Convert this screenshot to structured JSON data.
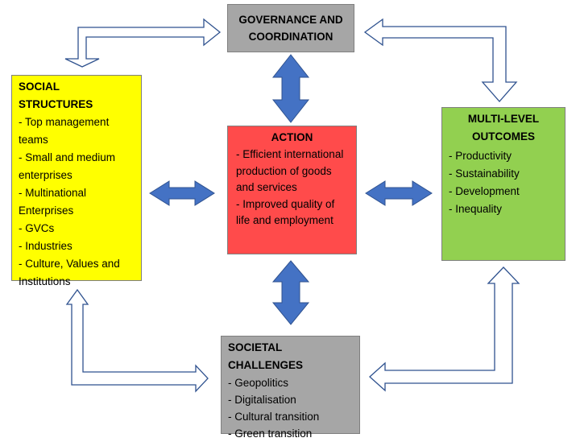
{
  "governance": {
    "title": "GOVERNANCE AND COORDINATION"
  },
  "social": {
    "title": "SOCIAL STRUCTURES",
    "items": [
      "- Top management teams",
      "- Small and medium enterprises",
      "- Multinational Enterprises",
      "- GVCs",
      "- Industries",
      "- Culture, Values and Institutions"
    ]
  },
  "action": {
    "title": "ACTION",
    "items": [
      "- Efficient international production of goods and services",
      "- Improved quality of life and employment"
    ]
  },
  "outcomes": {
    "title": "MULTI-LEVEL OUTCOMES",
    "items": [
      "- Productivity",
      "- Sustainability",
      "- Development",
      "- Inequality"
    ]
  },
  "challenges": {
    "title": "SOCIETAL CHALLENGES",
    "items": [
      "- Geopolitics",
      "- Digitalisation",
      "- Cultural transition",
      "- Green transition"
    ]
  },
  "colors": {
    "blue_arrow": "#4472c4",
    "arrow_outline": "#2f528f",
    "governance_fill": "#a6a6a6",
    "social_fill": "#ffff00",
    "action_fill": "#ff4b4b",
    "outcomes_fill": "#92d050",
    "challenges_fill": "#a6a6a6"
  }
}
